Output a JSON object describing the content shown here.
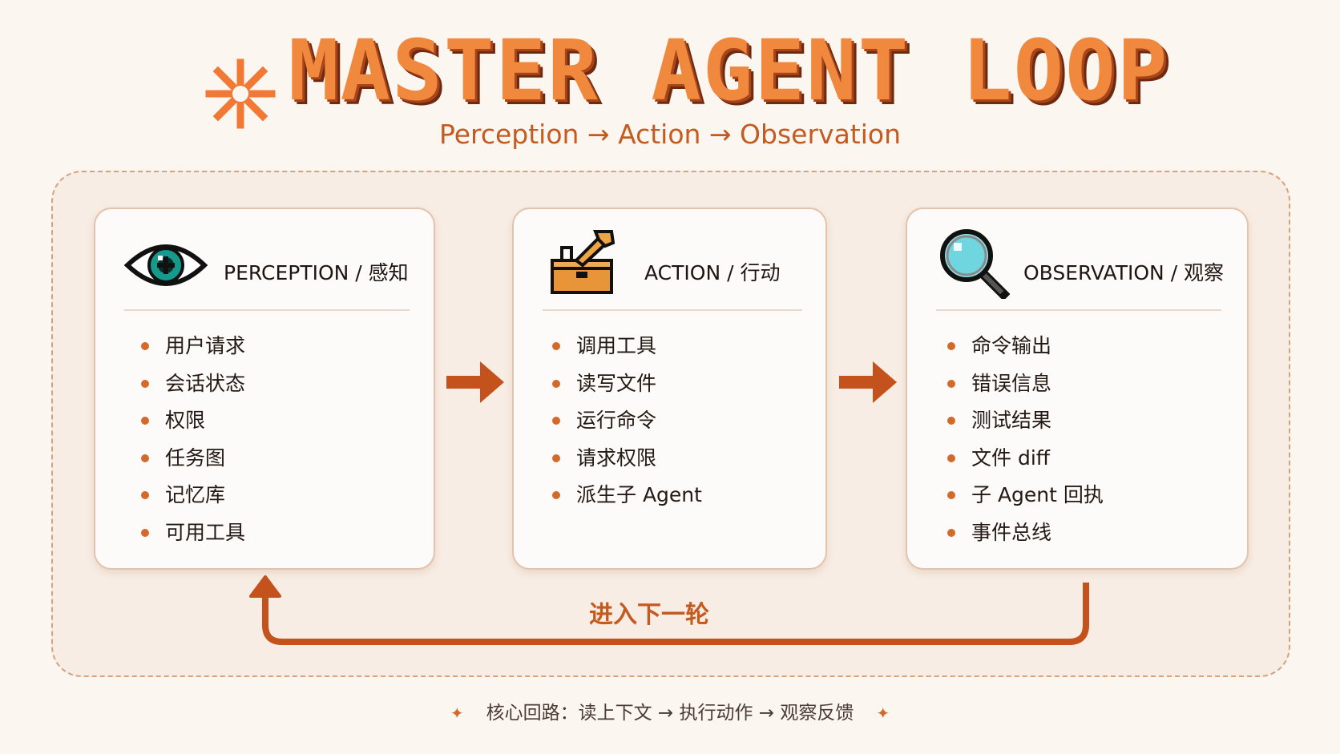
{
  "title": "MASTER AGENT LOOP",
  "subtitle": "Perception → Action → Observation",
  "cards": [
    {
      "icon": "eye-icon",
      "title": "PERCEPTION / 感知",
      "items": [
        "用户请求",
        "会话状态",
        "权限",
        "任务图",
        "记忆库",
        "可用工具"
      ]
    },
    {
      "icon": "toolbox-icon",
      "title": "ACTION / 行动",
      "items": [
        "调用工具",
        "读写文件",
        "运行命令",
        "请求权限",
        "派生子 Agent"
      ]
    },
    {
      "icon": "magnifier-icon",
      "title": "OBSERVATION / 观察",
      "items": [
        "命令输出",
        "错误信息",
        "测试结果",
        "文件 diff",
        "子 Agent 回执",
        "事件总线"
      ]
    }
  ],
  "loop_label": "进入下一轮",
  "footer": "核心回路：读上下文 → 执行动作 → 观察反馈",
  "colors": {
    "accent": "#d46a2a",
    "title_fill": "#f0883e",
    "title_shadow": "#a7441a",
    "arrow": "#c4521c",
    "background": "#fcf6f1",
    "frame": "#f8ede4"
  }
}
